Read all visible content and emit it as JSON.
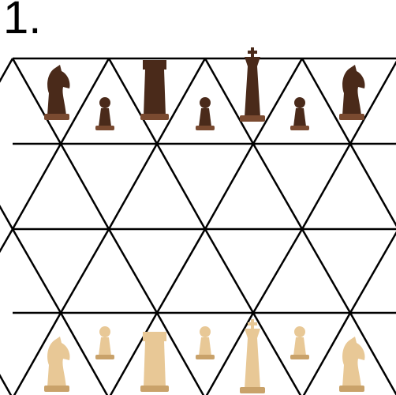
{
  "puzzle": {
    "number_label": "1."
  },
  "board": {
    "type": "triangular-grid",
    "rows": 4,
    "line_color": "#000000",
    "background_color": "#ffffff"
  },
  "colors": {
    "dark_piece": "#4a2a1a",
    "dark_piece_highlight": "#7a4a30",
    "light_piece": "#e8c896",
    "light_piece_shade": "#c9a26a"
  },
  "pieces": [
    {
      "row": 1,
      "cell": 1,
      "side": "dark",
      "kind": "knight",
      "icon": "knight-icon"
    },
    {
      "row": 1,
      "cell": 2,
      "side": "dark",
      "kind": "pawn",
      "icon": "pawn-icon"
    },
    {
      "row": 1,
      "cell": 3,
      "side": "dark",
      "kind": "rook",
      "icon": "rook-icon"
    },
    {
      "row": 1,
      "cell": 4,
      "side": "dark",
      "kind": "pawn",
      "icon": "pawn-icon"
    },
    {
      "row": 1,
      "cell": 5,
      "side": "dark",
      "kind": "king",
      "icon": "king-icon"
    },
    {
      "row": 1,
      "cell": 6,
      "side": "dark",
      "kind": "pawn",
      "icon": "pawn-icon"
    },
    {
      "row": 1,
      "cell": 7,
      "side": "dark",
      "kind": "knight",
      "icon": "knight-icon"
    },
    {
      "row": 4,
      "cell": 1,
      "side": "light",
      "kind": "knight",
      "icon": "knight-icon"
    },
    {
      "row": 4,
      "cell": 2,
      "side": "light",
      "kind": "pawn",
      "icon": "pawn-icon"
    },
    {
      "row": 4,
      "cell": 3,
      "side": "light",
      "kind": "rook",
      "icon": "rook-icon"
    },
    {
      "row": 4,
      "cell": 4,
      "side": "light",
      "kind": "pawn",
      "icon": "pawn-icon"
    },
    {
      "row": 4,
      "cell": 5,
      "side": "light",
      "kind": "king",
      "icon": "king-icon"
    },
    {
      "row": 4,
      "cell": 6,
      "side": "light",
      "kind": "pawn",
      "icon": "pawn-icon"
    },
    {
      "row": 4,
      "cell": 7,
      "side": "light",
      "kind": "knight",
      "icon": "knight-icon"
    }
  ]
}
